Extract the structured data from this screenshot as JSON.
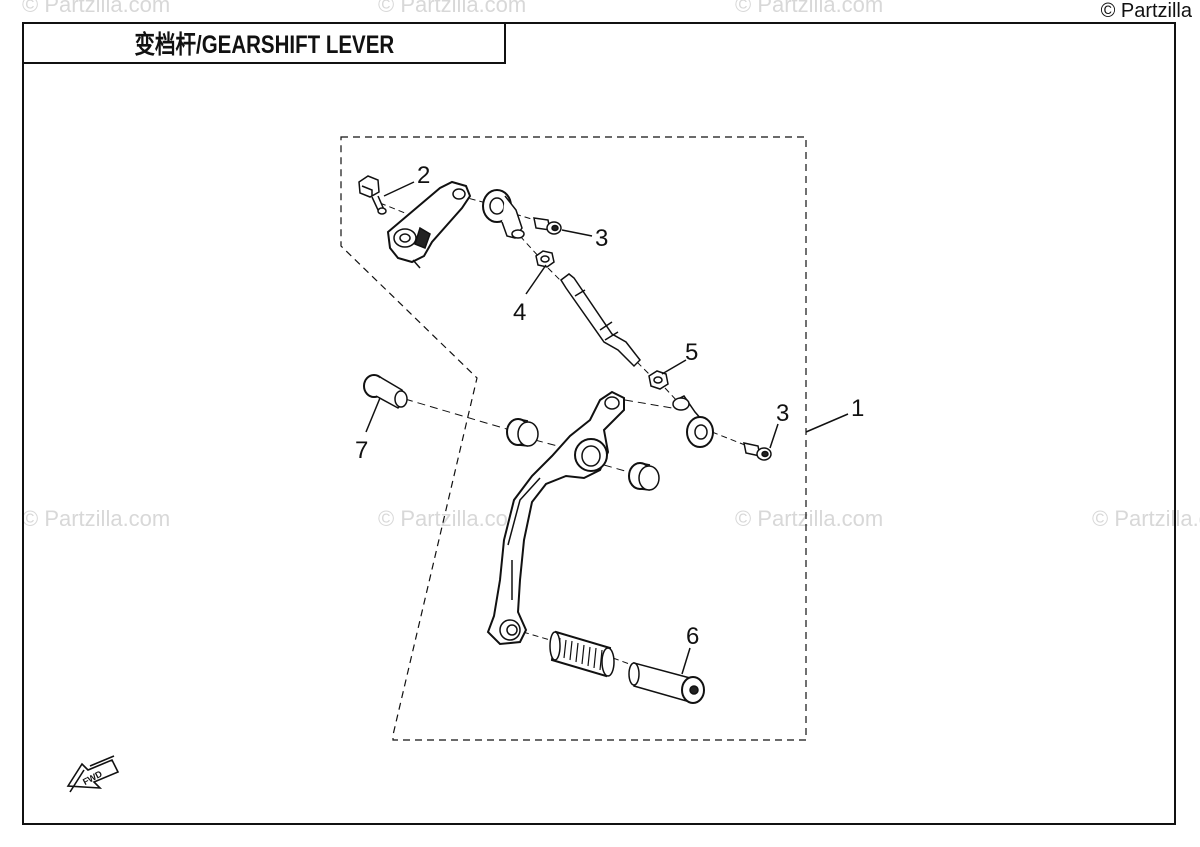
{
  "title": "变档杆/GEARSHIFT LEVER",
  "copyright": "© Partzilla",
  "watermark": "© Partzilla.com",
  "callouts": {
    "c1": "1",
    "c2": "2",
    "c3a": "3",
    "c3b": "3",
    "c4": "4",
    "c5": "5",
    "c6": "6",
    "c7": "7"
  },
  "fwd_label": "FWD",
  "colors": {
    "line": "#111111",
    "part_fill": "#ffffff",
    "watermark": "#d8d8d8"
  }
}
